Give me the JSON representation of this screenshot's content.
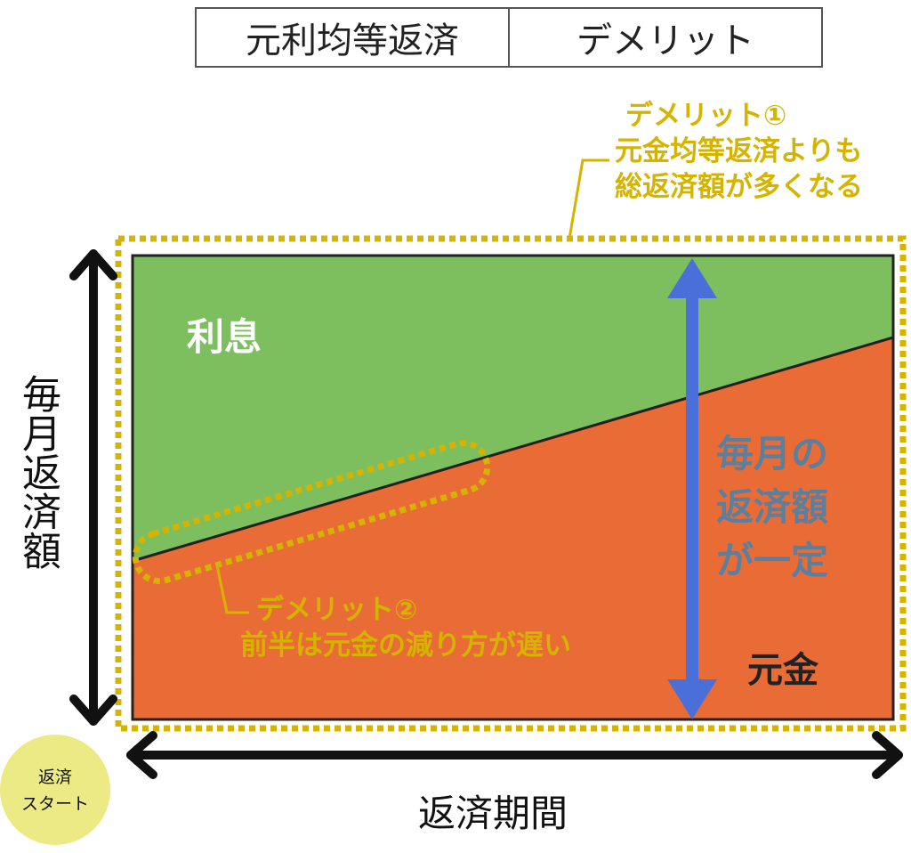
{
  "title": {
    "left": "元利均等返済",
    "right": "デメリット"
  },
  "labels": {
    "interest": "利息",
    "principal": "元金",
    "monthly_constant": [
      "毎月の",
      "返済額",
      "が一定"
    ],
    "y_axis": "毎月返済額",
    "x_axis": "返済期間",
    "start_badge": [
      "返済",
      "スタート"
    ]
  },
  "callouts": {
    "demerit1": [
      "デメリット①",
      "元金均等返済よりも",
      "総返済額が多くなる"
    ],
    "demerit2": [
      "デメリット②",
      "前半は元金の減り方が遅い"
    ]
  },
  "colors": {
    "interest": "#7dbf5e",
    "principal": "#e96c36",
    "highlight": "#d4b400",
    "arrow": "#4a6fd9",
    "blue_text": "#5a7f9f",
    "badge": "#ecea84"
  }
}
